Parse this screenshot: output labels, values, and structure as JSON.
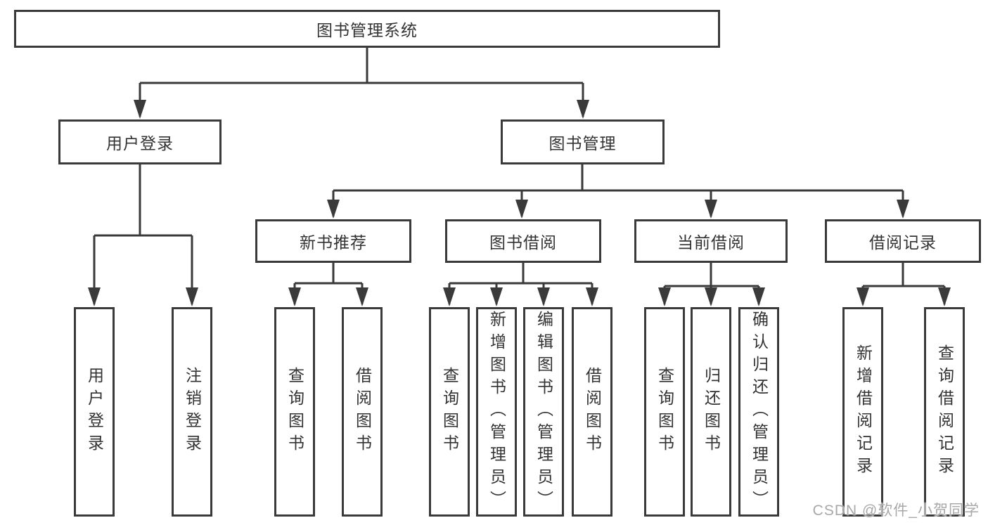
{
  "diagram": {
    "root": {
      "label": "图书管理系统"
    },
    "branches": [
      {
        "label": "用户登录",
        "children": [
          {
            "label": "用户登录"
          },
          {
            "label": "注销登录"
          }
        ]
      },
      {
        "label": "图书管理",
        "children": [
          {
            "label": "新书推荐",
            "children": [
              {
                "label": "查询图书"
              },
              {
                "label": "借阅图书"
              }
            ]
          },
          {
            "label": "图书借阅",
            "children": [
              {
                "label": "查询图书"
              },
              {
                "label": "新增图书（管理员）"
              },
              {
                "label": "编辑图书（管理员）"
              },
              {
                "label": "借阅图书"
              }
            ]
          },
          {
            "label": "当前借阅",
            "children": [
              {
                "label": "查询图书"
              },
              {
                "label": "归还图书"
              },
              {
                "label": "确认归还（管理员）"
              }
            ]
          },
          {
            "label": "借阅记录",
            "children": [
              {
                "label": "新增借阅记录"
              },
              {
                "label": "查询借阅记录"
              }
            ]
          }
        ]
      }
    ]
  },
  "watermark": {
    "text": "CSDN @软件_小贺同学"
  },
  "colors": {
    "line": "#3a3a3a",
    "text": "#333333",
    "watermark": "#a8a8a8",
    "background": "#ffffff"
  }
}
